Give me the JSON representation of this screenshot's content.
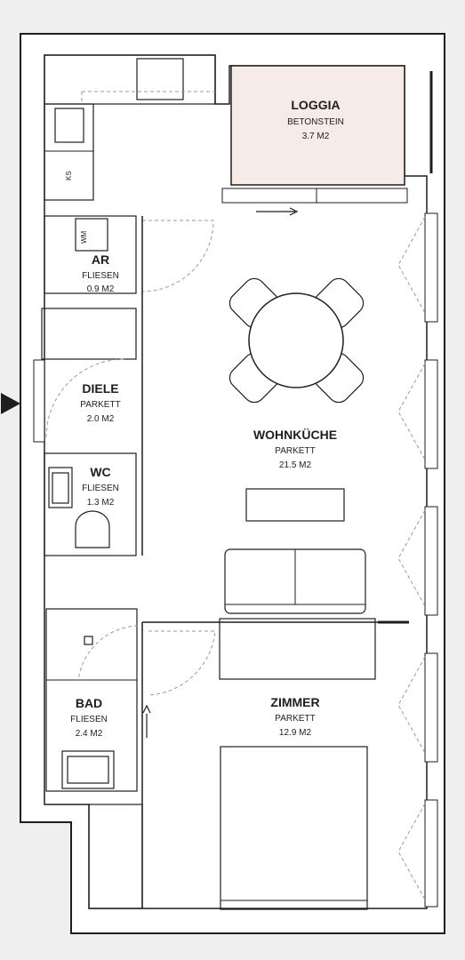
{
  "rooms": [
    {
      "id": "loggia",
      "name": "LOGGIA",
      "floor": "BETONSTEIN",
      "area": "3.7 M2"
    },
    {
      "id": "ar",
      "name": "AR",
      "floor": "FLIESEN",
      "area": "0.9 M2"
    },
    {
      "id": "diele",
      "name": "DIELE",
      "floor": "PARKETT",
      "area": "2.0 M2"
    },
    {
      "id": "wc",
      "name": "WC",
      "floor": "FLIESEN",
      "area": "1.3 M2"
    },
    {
      "id": "wohnkueche",
      "name": "WOHNKÜCHE",
      "floor": "PARKETT",
      "area": "21.5 M2"
    },
    {
      "id": "bad",
      "name": "BAD",
      "floor": "FLIESEN",
      "area": "2.4 M2"
    },
    {
      "id": "zimmer",
      "name": "ZIMMER",
      "floor": "PARKETT",
      "area": "12.9 M2"
    }
  ],
  "fixtures": {
    "wm": "WM",
    "ks": "KS"
  },
  "colors": {
    "background": "#efefef",
    "wall": "#1e1e1e",
    "floor": "#ffffff",
    "loggia": "#f6ebe6"
  },
  "icons": {
    "entrance": "triangle-right-icon",
    "direction": "arrow-icon"
  }
}
